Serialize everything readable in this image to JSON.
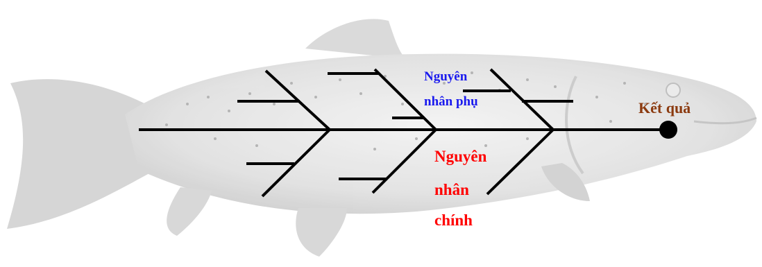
{
  "labels": {
    "result": "Kết quả",
    "sub_cause_line1": "Nguyên",
    "sub_cause_line2": "nhân phụ",
    "main_cause_line1": "Nguyên",
    "main_cause_line2": "nhân",
    "main_cause_line3": "chính"
  },
  "colors": {
    "result": "#8b3a0f",
    "sub_cause": "#1a1aee",
    "main_cause": "#ff0000",
    "lines": "#000000",
    "fish": "#dcdcdc"
  }
}
